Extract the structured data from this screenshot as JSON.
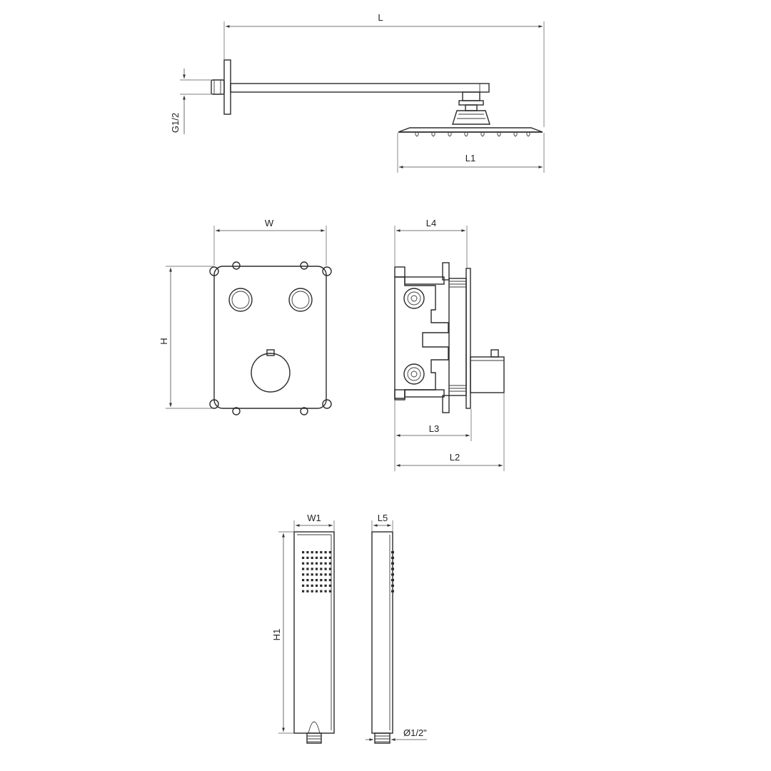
{
  "colors": {
    "line": "#2b2b2b",
    "background": "#ffffff"
  },
  "labels": {
    "L": "L",
    "L1": "L1",
    "G": "G1/2",
    "W": "W",
    "H": "H",
    "L4": "L4",
    "L3": "L3",
    "L2": "L2",
    "W1": "W1",
    "L5": "L5",
    "H1": "H1",
    "D": "Ø1/2\""
  }
}
